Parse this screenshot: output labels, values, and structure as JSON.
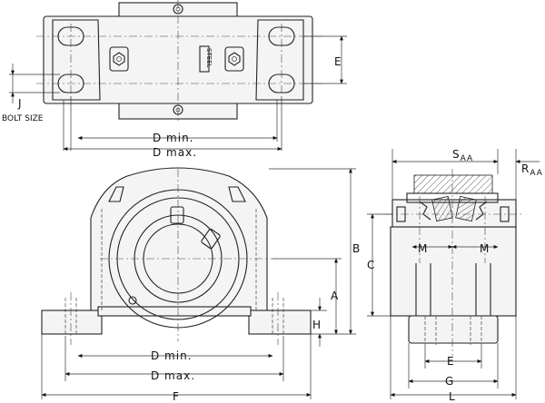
{
  "labels": {
    "j": "J",
    "bolt_size": "BOLT SIZE",
    "e_top": "E",
    "d_min_top": "D min.",
    "d_max_top": "D max.",
    "saa_main": "S",
    "saa_sub": "AA",
    "raa_main": "R",
    "raa_sub": "AA",
    "b": "B",
    "a": "A",
    "c": "C",
    "h": "H",
    "m_left": "M",
    "m_right": "M",
    "d_min_bottom": "D min.",
    "d_max_bottom": "D max.",
    "f": "F",
    "e_side": "E",
    "g": "G",
    "l": "L",
    "steel_stamp": "STEEL"
  }
}
